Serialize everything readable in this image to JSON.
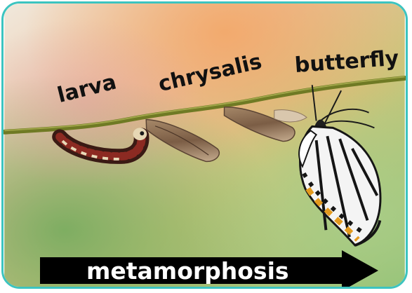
{
  "image": {
    "labels": {
      "larva": "larva",
      "chrysalis": "chrysalis",
      "butterfly": "butterfly"
    },
    "arrow_label": "metamorphosis",
    "colors": {
      "frame_border": "#3cc4c0",
      "branch": "#7a8a2a",
      "arrow": "#000000",
      "arrow_text": "#ffffff"
    }
  }
}
